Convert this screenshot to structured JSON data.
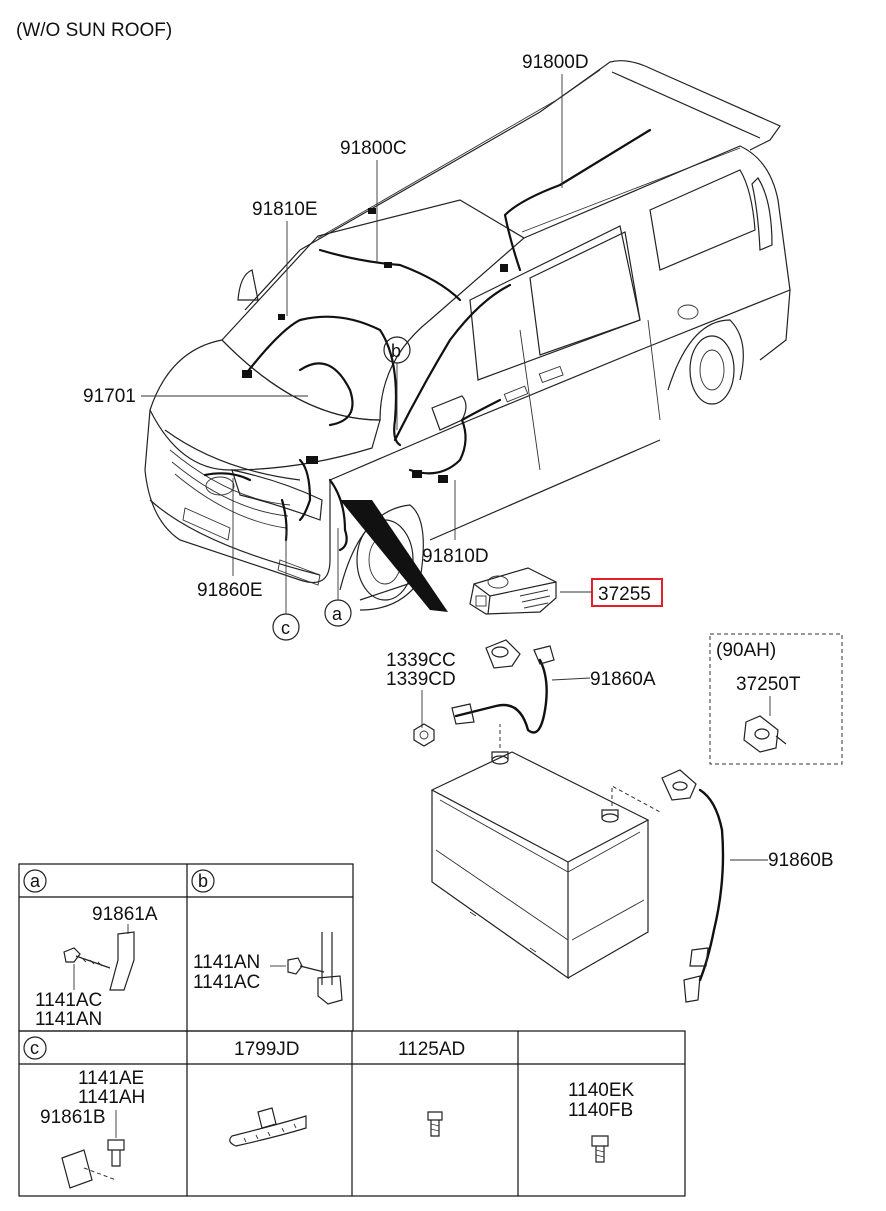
{
  "header": {
    "note": "(W/O SUN ROOF)"
  },
  "labels": {
    "p91800D": "91800D",
    "p91800C": "91800C",
    "p91810E": "91810E",
    "p91701": "91701",
    "p91810D": "91810D",
    "p91860E": "91860E",
    "p37255": "37255",
    "p1339CC": "1339CC",
    "p1339CD": "1339CD",
    "p91860A": "91860A",
    "p91860B": "91860B"
  },
  "callouts": {
    "a": "a",
    "b": "b",
    "c": "c"
  },
  "option_box": {
    "capacity": "(90AH)",
    "part": "37250T"
  },
  "highlight_color": "#e0202a",
  "detail_table": {
    "cell_a": {
      "key": "a",
      "part1": "91861A",
      "part2": "1141AC",
      "part3": "1141AN"
    },
    "cell_b": {
      "key": "b",
      "part1": "1141AN",
      "part2": "1141AC"
    },
    "cell_c": {
      "key": "c",
      "part1": "1141AE",
      "part2": "1141AH",
      "part3": "91861B"
    },
    "cell_1799": {
      "header": "1799JD"
    },
    "cell_1125": {
      "header": "1125AD"
    },
    "cell_1140": {
      "part1": "1140EK",
      "part2": "1140FB"
    }
  }
}
